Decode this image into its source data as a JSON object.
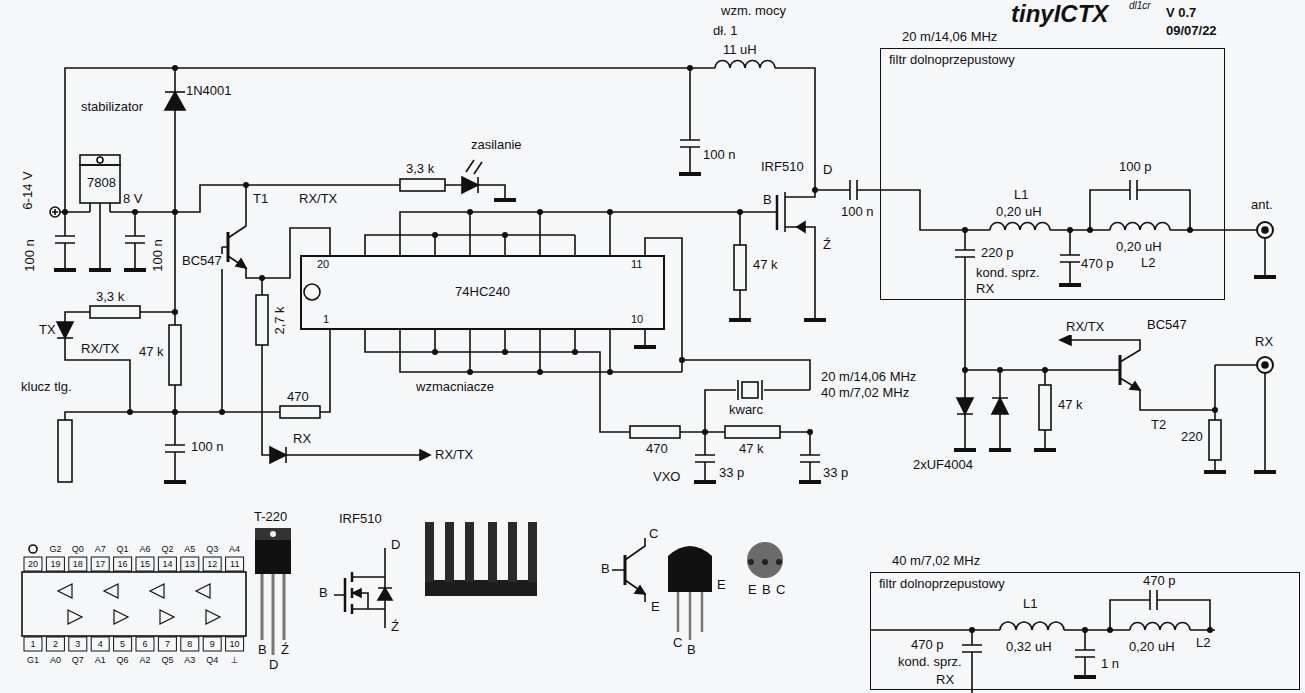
{
  "diagram": {
    "nodes": [
      {
        "text": [
          "20 m/14,06 MHz",
          "filtr dolnoprzepustowy"
        ]
      },
      {
        "text": [
          "74HC240"
        ]
      },
      {
        "text": [
          "40 m/7,02 MHz",
          "filtr dolnoprzepustowy"
        ]
      }
    ],
    "labels": [
      "tinyICTX",
      "dl1cr",
      "V 0.7",
      "09/07/22",
      "stabilizator",
      "6-14 V",
      "7808",
      "8 V",
      "100 n",
      "100 n",
      "1N4001",
      "3,3 k",
      "zasilanie",
      "RX/TX",
      "T1",
      "BC547",
      "2,7 k",
      "20",
      "11",
      "1",
      "10",
      "wzmacniacze",
      "TX",
      "3,3 k",
      "RX/TX",
      "47 k",
      "klucz tlg.",
      "470",
      "100 n",
      "RX",
      "RX/TX",
      "wzm. mocy",
      "dł. 1",
      "11 uH",
      "100 n",
      "IRF510",
      "D",
      "B",
      "Ź",
      "47 k",
      "100 n",
      "L1",
      "0,20 uH",
      "100 p",
      "0,20 uH",
      "L2",
      "220 p",
      "470 p",
      "kond. sprz.",
      "RX",
      "ant.",
      "RX",
      "RX/TX",
      "BC547",
      "T2",
      "47 k",
      "220",
      "2xUF4004",
      "20 m/14,06 MHz",
      "40 m/7,02 MHz",
      "kwarc",
      "470",
      "47 k",
      "VXO",
      "33 p",
      "33 p",
      "20",
      "19",
      "18",
      "17",
      "16",
      "15",
      "14",
      "13",
      "12",
      "11",
      "G2",
      "Q0",
      "A7",
      "Q1",
      "A6",
      "Q2",
      "A5",
      "Q3",
      "A4",
      "1",
      "2",
      "3",
      "4",
      "5",
      "6",
      "7",
      "8",
      "9",
      "10",
      "G1",
      "A0",
      "Q7",
      "A1",
      "Q6",
      "A2",
      "Q5",
      "A3",
      "Q4",
      "⊥",
      "T-220",
      "B",
      "D",
      "Ź",
      "IRF510",
      "D",
      "B",
      "Ź",
      "C",
      "B",
      "E",
      "C",
      "B",
      "E",
      "E",
      "B",
      "C",
      "L1",
      "0,32 uH",
      "470 p",
      "0,20 uH",
      "L2",
      "470 p",
      "kond. sprz.",
      "RX",
      "1 n"
    ]
  }
}
